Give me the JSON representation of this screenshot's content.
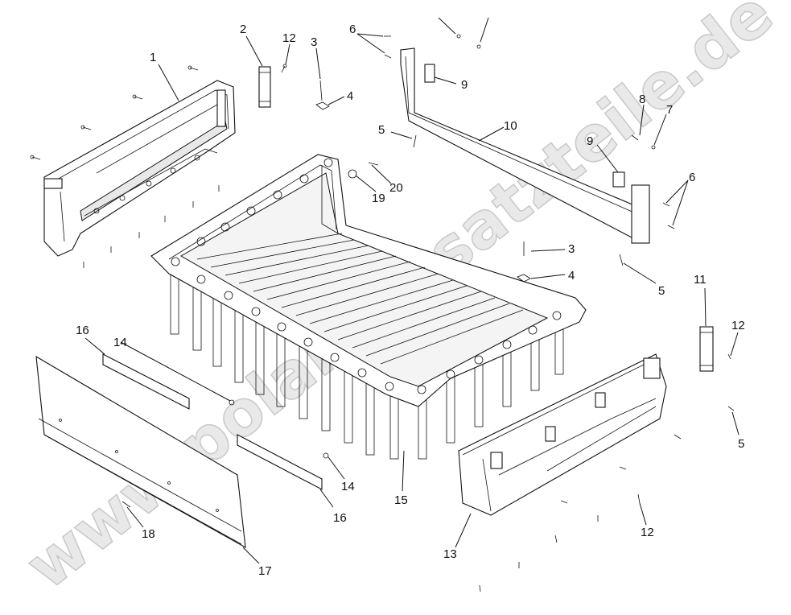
{
  "watermark": "www.polarisersatzteile.de",
  "callouts": [
    {
      "id": "c1",
      "text": "1"
    },
    {
      "id": "c2",
      "text": "2"
    },
    {
      "id": "c3a",
      "text": "3"
    },
    {
      "id": "c3b",
      "text": "3"
    },
    {
      "id": "c4a",
      "text": "4"
    },
    {
      "id": "c4b",
      "text": "4"
    },
    {
      "id": "c5a",
      "text": "5"
    },
    {
      "id": "c5b",
      "text": "5"
    },
    {
      "id": "c5c",
      "text": "5"
    },
    {
      "id": "c6a",
      "text": "6"
    },
    {
      "id": "c6b",
      "text": "6"
    },
    {
      "id": "c7",
      "text": "7"
    },
    {
      "id": "c8",
      "text": "8"
    },
    {
      "id": "c9a",
      "text": "9"
    },
    {
      "id": "c9b",
      "text": "9"
    },
    {
      "id": "c10",
      "text": "10"
    },
    {
      "id": "c11",
      "text": "11"
    },
    {
      "id": "c12a",
      "text": "12"
    },
    {
      "id": "c12b",
      "text": "12"
    },
    {
      "id": "c12c",
      "text": "12"
    },
    {
      "id": "c13",
      "text": "13"
    },
    {
      "id": "c14a",
      "text": "14"
    },
    {
      "id": "c14b",
      "text": "14"
    },
    {
      "id": "c15",
      "text": "15"
    },
    {
      "id": "c16a",
      "text": "16"
    },
    {
      "id": "c16b",
      "text": "16"
    },
    {
      "id": "c17",
      "text": "17"
    },
    {
      "id": "c18",
      "text": "18"
    },
    {
      "id": "c19",
      "text": "19"
    },
    {
      "id": "c20",
      "text": "20"
    }
  ],
  "parts": [
    {
      "id": "p1",
      "name": "left-side-panel"
    },
    {
      "id": "p2",
      "name": "small-pad"
    },
    {
      "id": "p10",
      "name": "front-bracket"
    },
    {
      "id": "p11",
      "name": "small-pad-right"
    },
    {
      "id": "p13",
      "name": "right-side-panel"
    },
    {
      "id": "p15",
      "name": "cargo-box"
    },
    {
      "id": "p17",
      "name": "tailgate"
    },
    {
      "id": "p16",
      "name": "foam-strip"
    }
  ]
}
